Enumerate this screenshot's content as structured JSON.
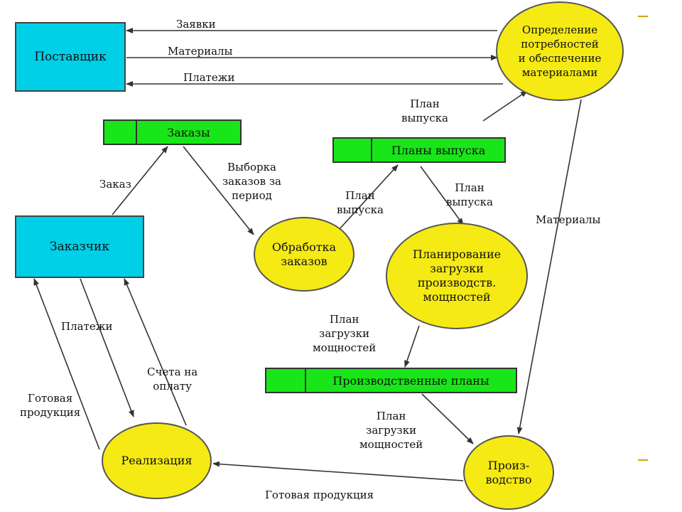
{
  "entities": {
    "supplier": "Поставщик",
    "customer": "Заказчик"
  },
  "stores": {
    "orders": "Заказы",
    "release_plans": "Планы выпуска",
    "production_plans": "Производственные планы"
  },
  "processes": {
    "materials_needs": "Определение\nпотребностей\nи обеспечение\nматериалами",
    "order_processing": "Обработка\nзаказов",
    "capacity_planning": "Планирование\nзагрузки\nпроизводств.\nмощностей",
    "production": "Произ-\nводство",
    "sales": "Реализация"
  },
  "flows": {
    "requests": "Заявки",
    "materials_top": "Материалы",
    "payments_top": "Платежи",
    "release_plan_up": "План\nвыпуска",
    "order": "Заказ",
    "orders_selection": "Выборка\nзаказов за\nпериод",
    "release_plan_to_store": "План\nвыпуска",
    "release_plan_down": "План\nвыпуска",
    "materials_right": "Материалы",
    "payments_left": "Платежи",
    "capacity_plan_to_store": "План\nзагрузки\nмощностей",
    "invoices": "Счета на\nоплату",
    "finished_goods_left": "Готовая\nпродукция",
    "capacity_plan_to_production": "План\nзагрузки\nмощностей",
    "finished_goods_bottom": "Готовая продукция"
  },
  "colors": {
    "entity": "#00cfe8",
    "store": "#19e619",
    "process": "#f5ea14",
    "accent_dash": "#d8a010"
  }
}
